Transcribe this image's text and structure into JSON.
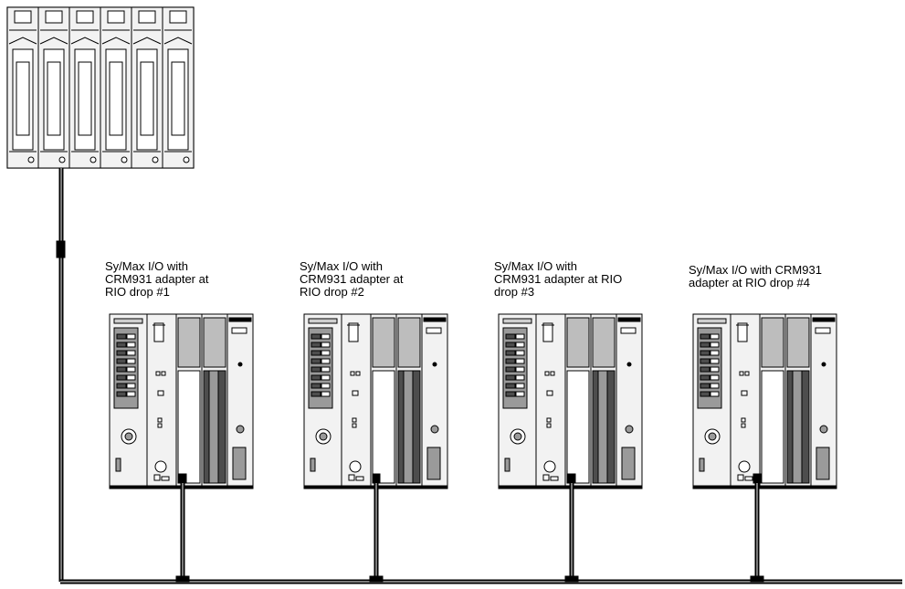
{
  "figure": {
    "head_rack": {
      "slot_count": 6,
      "fill": "#f2f2f2"
    },
    "drops": [
      {
        "id": "drop-1",
        "label": "Sy/Max I/O with\nCRM931 adapter at\nRIO drop #1"
      },
      {
        "id": "drop-2",
        "label": "Sy/Max I/O with\nCRM931 adapter at\nRIO drop #2"
      },
      {
        "id": "drop-3",
        "label": "Sy/Max I/O with\nCRM931 adapter at RIO\ndrop #3"
      },
      {
        "id": "drop-4",
        "label": "Sy/Max I/O with CRM931\nadapter at RIO drop #4"
      }
    ],
    "colors": {
      "outline": "#000000",
      "cable": "#7a7a7a",
      "dark_panel": "#4d4d4d",
      "mid_panel": "#9a9a9a",
      "light_panel": "#bdbdbd",
      "module_fill": "#f2f2f2"
    }
  }
}
